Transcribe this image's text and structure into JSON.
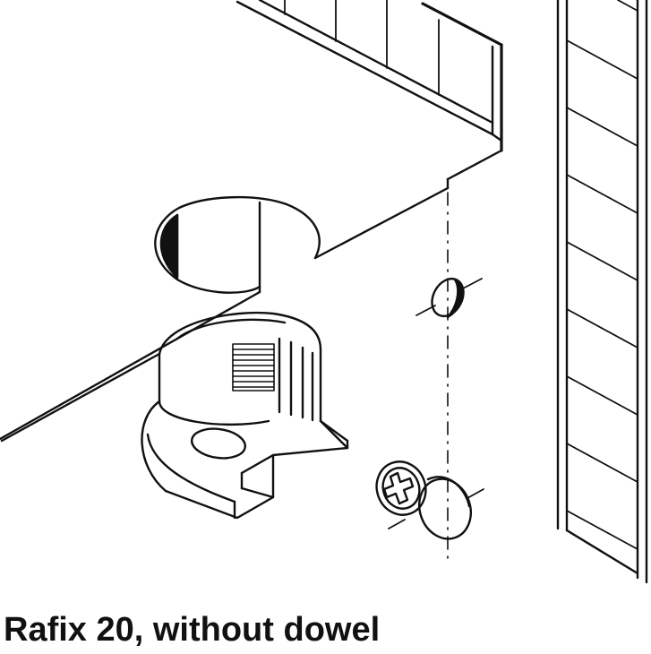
{
  "caption": "Rafix 20, without dowel",
  "colors": {
    "ink": "#111111",
    "paper": "#ffffff"
  },
  "figure": {
    "parts": [
      "side-panel",
      "shelf-panel",
      "drill-hole",
      "connector-housing",
      "pin-hole",
      "connecting-screw"
    ]
  }
}
